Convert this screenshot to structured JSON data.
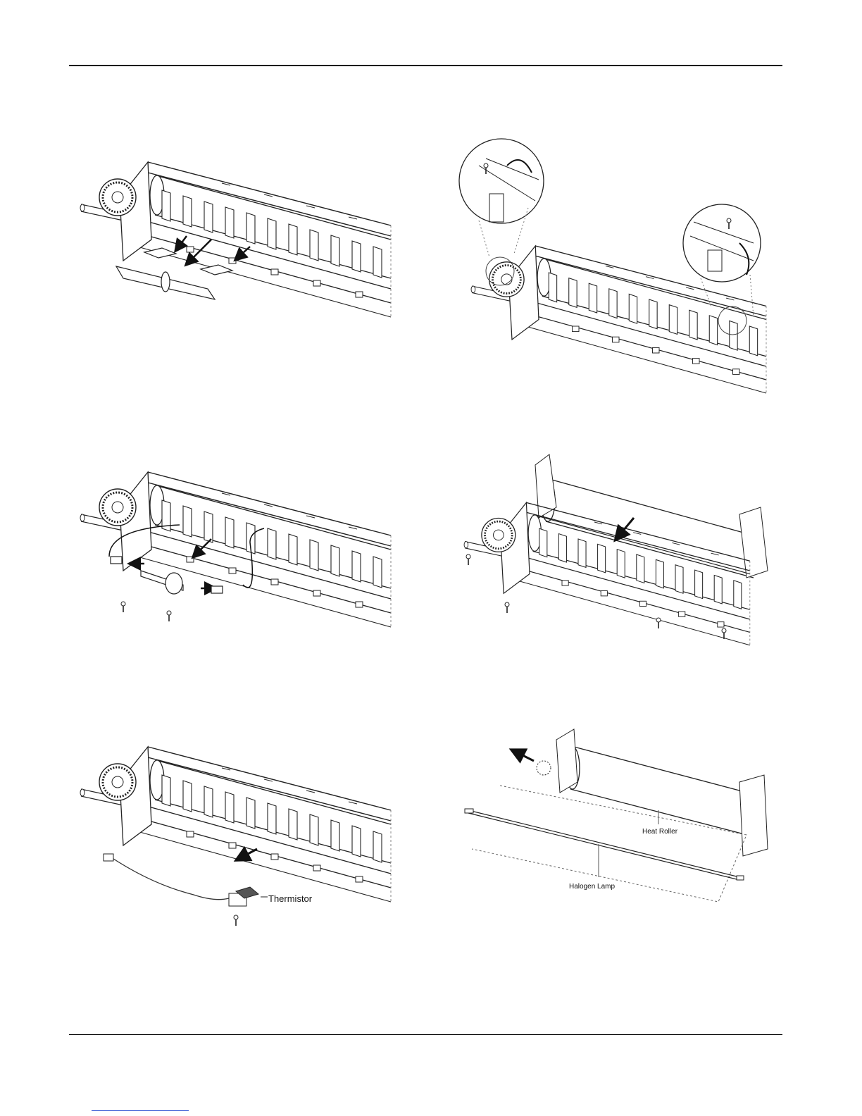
{
  "figures": {
    "thermistor": {
      "label": "Thermistor"
    },
    "heat_roller": {
      "label": "Heat Roller"
    },
    "halogen_lamp": {
      "label": "Halogen Lamp"
    }
  },
  "colors": {
    "line": "#1a1a1a",
    "rule": "#000000",
    "footer_link": "#2a4fd1"
  }
}
